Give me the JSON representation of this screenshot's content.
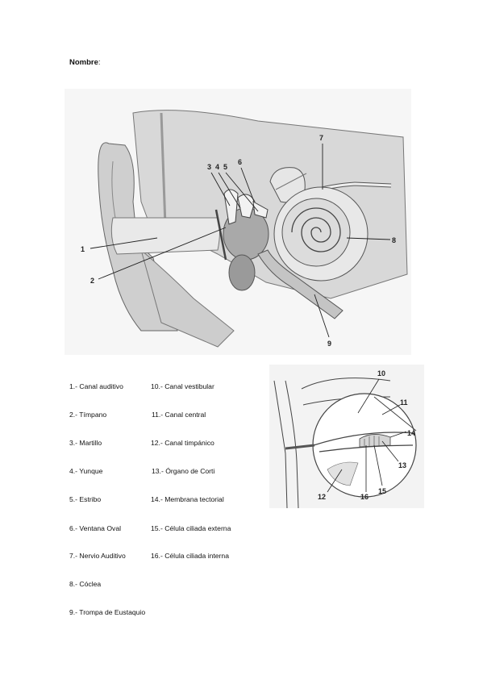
{
  "header": {
    "name_label": "Nombre",
    "name_colon": ":"
  },
  "main_diagram": {
    "callouts": [
      "1",
      "2",
      "3",
      "4",
      "5",
      "6",
      "7",
      "8",
      "9"
    ]
  },
  "cochlea_diagram": {
    "callouts": [
      "10",
      "11",
      "12",
      "13",
      "14",
      "15",
      "16"
    ]
  },
  "legend": {
    "col1": [
      "1.- Canal auditivo",
      "2.- Tímpano",
      "3.- Martillo",
      "4.- Yunque",
      "5.- Estribo",
      "6.- Ventana Oval",
      "7.- Nervio Auditivo",
      "8.- Cóclea",
      "9.- Trompa de Eustaquio"
    ],
    "col2": [
      "10.- Canal vestibular",
      "11.- Canal central",
      "12.- Canal timpánico",
      "13.- Órgano de Corti",
      "14.- Membrana tectorial",
      "15.- Célula ciliada externa",
      "16.- Célula ciliada interna"
    ]
  }
}
